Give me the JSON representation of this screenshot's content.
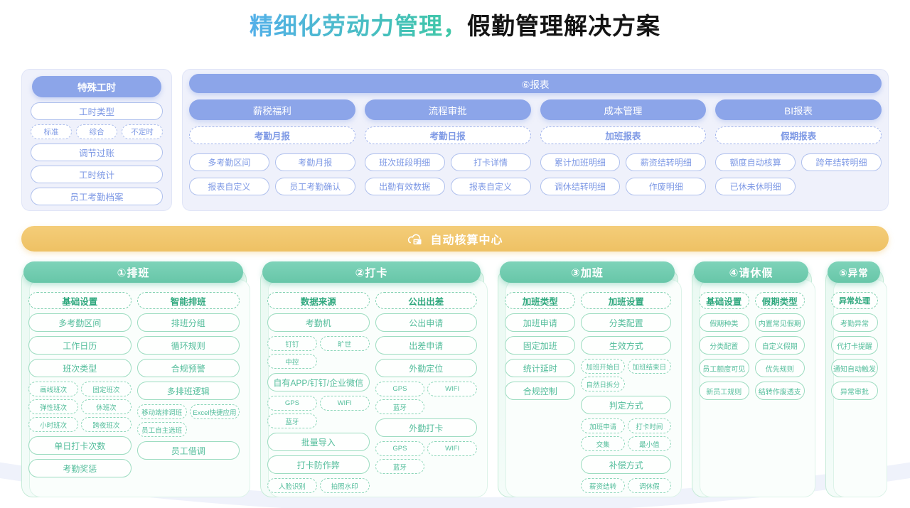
{
  "title": {
    "highlight": "精细化劳动力管理，",
    "rest": "假勤管理解决方案"
  },
  "colors": {
    "blue": "#8CA5E9",
    "blue_text": "#7E99E5",
    "blue_panel_bg": "#EFF1FB",
    "green_header": "#6FCBB0",
    "green_text": "#53BD9B",
    "green_category_text": "#2FA87E",
    "green_panel_bg": "#EAF9F2",
    "orange_bar": "#EEC164",
    "title_gradient_start": "#54B0E9",
    "title_gradient_end": "#3EC9A2"
  },
  "special_hours": {
    "header": "特殊工时",
    "items": [
      {
        "type": "pill",
        "label": "工时类型"
      },
      {
        "type": "tags",
        "labels": [
          "标准",
          "综合",
          "不定时"
        ]
      },
      {
        "type": "pill",
        "label": "调节过账"
      },
      {
        "type": "pill",
        "label": "工时统计"
      },
      {
        "type": "pill",
        "label": "员工考勤档案"
      }
    ]
  },
  "reports": {
    "header": "⑥报表",
    "columns": [
      {
        "name": "薪税福利",
        "category": "考勤月报",
        "cells": [
          "多考勤区间",
          "考勤月报",
          "报表自定义",
          "员工考勤确认"
        ]
      },
      {
        "name": "流程审批",
        "category": "考勤日报",
        "cells": [
          "班次班段明细",
          "打卡详情",
          "出勤有效数据",
          "报表自定义"
        ]
      },
      {
        "name": "成本管理",
        "category": "加班报表",
        "cells": [
          "累计加班明细",
          "薪资结转明细",
          "调休结转明细",
          "作废明细"
        ]
      },
      {
        "name": "BI报表",
        "category": "假期报表",
        "cells": [
          "额度自动核算",
          "跨年结转明细",
          "已休未休明细",
          ""
        ]
      }
    ]
  },
  "center_bar": {
    "label": "自动核算中心",
    "icon": "cloud-server-icon"
  },
  "modules": [
    {
      "title": "①排班",
      "columns": [
        {
          "category": "基础设置",
          "items": [
            {
              "type": "pill",
              "label": "多考勤区间"
            },
            {
              "type": "pill",
              "label": "工作日历"
            },
            {
              "type": "pill",
              "label": "班次类型"
            },
            {
              "type": "tags",
              "labels": [
                "画线班次",
                "固定班次",
                "弹性班次",
                "休班次",
                "小时班次",
                "跨夜班次"
              ]
            },
            {
              "type": "pill",
              "label": "单日打卡次数"
            },
            {
              "type": "pill",
              "label": "考勤奖惩"
            }
          ]
        },
        {
          "category": "智能排班",
          "items": [
            {
              "type": "pill",
              "label": "排班分组"
            },
            {
              "type": "pill",
              "label": "循环规则"
            },
            {
              "type": "pill",
              "label": "合规预警"
            },
            {
              "type": "pill",
              "label": "多排班逻辑"
            },
            {
              "type": "tags",
              "labels": [
                "移动端排调班",
                "Excel快捷应用",
                "员工自主选班"
              ]
            },
            {
              "type": "pill",
              "label": "员工借调"
            }
          ]
        }
      ]
    },
    {
      "title": "②打卡",
      "columns": [
        {
          "category": "数据来源",
          "items": [
            {
              "type": "pill",
              "label": "考勤机"
            },
            {
              "type": "tags",
              "labels": [
                "钉钉",
                "旷世",
                "中控"
              ]
            },
            {
              "type": "pill",
              "label": "自有APP/钉钉/企业微信"
            },
            {
              "type": "tags",
              "labels": [
                "GPS",
                "WIFI",
                "蓝牙"
              ]
            },
            {
              "type": "pill",
              "label": "批量导入"
            },
            {
              "type": "pill",
              "label": "打卡防作弊"
            },
            {
              "type": "tags",
              "labels": [
                "人脸识别",
                "拍照水印"
              ]
            }
          ]
        },
        {
          "category": "公出出差",
          "items": [
            {
              "type": "pill",
              "label": "公出申请"
            },
            {
              "type": "pill",
              "label": "出差申请"
            },
            {
              "type": "pill",
              "label": "外勤定位"
            },
            {
              "type": "tags",
              "labels": [
                "GPS",
                "WIFI",
                "蓝牙"
              ]
            },
            {
              "type": "pill",
              "label": "外勤打卡"
            },
            {
              "type": "tags",
              "labels": [
                "GPS",
                "WIFI",
                "蓝牙"
              ]
            }
          ]
        }
      ]
    },
    {
      "title": "③加班",
      "columns": [
        {
          "category": "加班类型",
          "items": [
            {
              "type": "pill",
              "label": "加班申请"
            },
            {
              "type": "pill",
              "label": "固定加班"
            },
            {
              "type": "pill",
              "label": "统计延时"
            },
            {
              "type": "pill",
              "label": "合规控制"
            }
          ]
        },
        {
          "category": "加班设置",
          "items": [
            {
              "type": "pill",
              "label": "分类配置"
            },
            {
              "type": "pill",
              "label": "生效方式"
            },
            {
              "type": "tags",
              "labels": [
                "加班开始日",
                "加班结束日",
                "自然日拆分"
              ]
            },
            {
              "type": "pill",
              "label": "判定方式"
            },
            {
              "type": "tags",
              "labels": [
                "加班申请",
                "打卡时间",
                "交集",
                "最小值"
              ]
            },
            {
              "type": "pill",
              "label": "补偿方式"
            },
            {
              "type": "tags",
              "labels": [
                "薪资结转",
                "调休假"
              ]
            }
          ]
        }
      ]
    },
    {
      "title": "④请休假",
      "columns": [
        {
          "category": "基础设置",
          "items": [
            {
              "type": "pill",
              "label": "假期种类"
            },
            {
              "type": "pill",
              "label": "分类配置"
            },
            {
              "type": "pill",
              "label": "员工额度可见"
            },
            {
              "type": "pill",
              "label": "新员工规则"
            }
          ]
        },
        {
          "category": "假期类型",
          "items": [
            {
              "type": "pill",
              "label": "内置常见假期"
            },
            {
              "type": "pill",
              "label": "自定义假期"
            },
            {
              "type": "pill",
              "label": "优先规则"
            },
            {
              "type": "pill",
              "label": "结转作废透支"
            }
          ]
        }
      ]
    },
    {
      "title": "⑤异常",
      "columns": [
        {
          "category": "异常处理",
          "items": [
            {
              "type": "pill",
              "label": "考勤异常"
            },
            {
              "type": "pill",
              "label": "代打卡提醒"
            },
            {
              "type": "pill",
              "label": "通知自动触发"
            },
            {
              "type": "pill",
              "label": "异常审批"
            }
          ]
        }
      ]
    }
  ]
}
